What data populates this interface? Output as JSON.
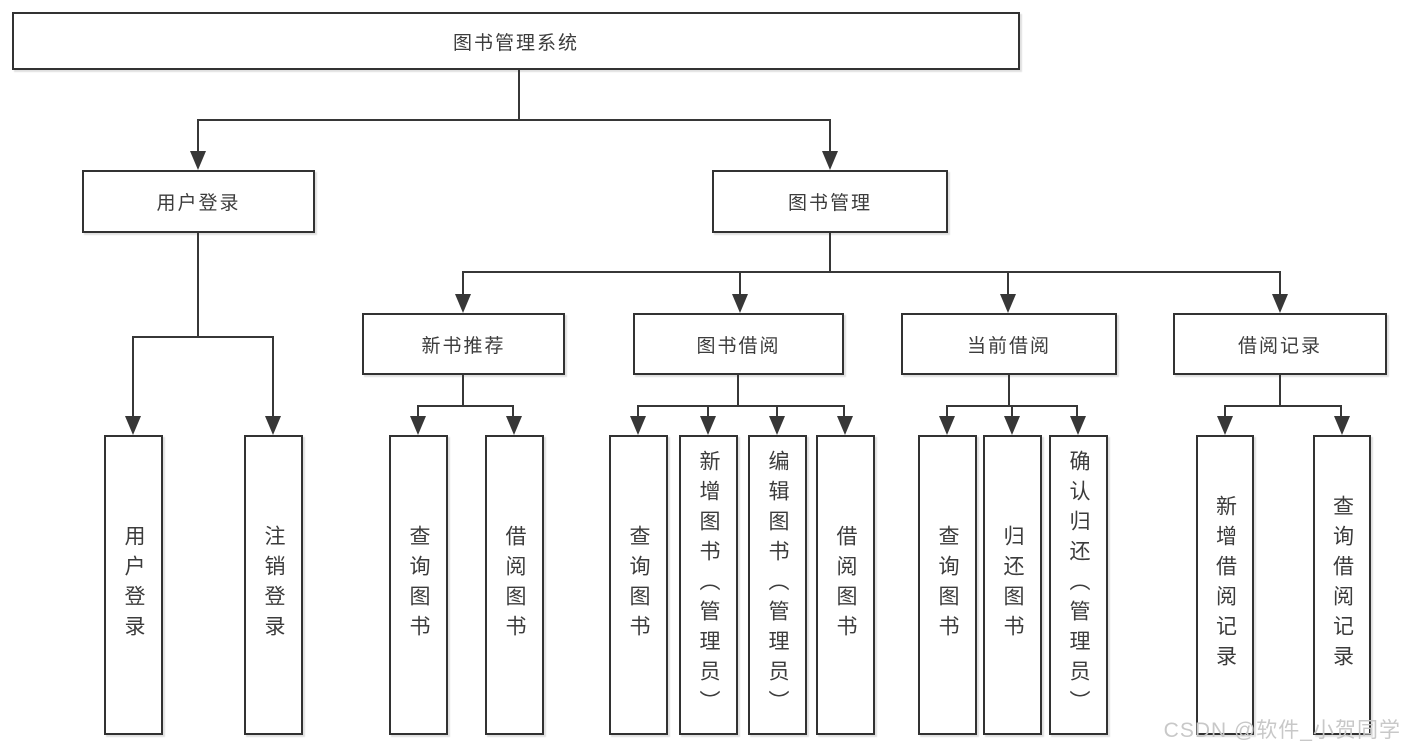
{
  "nodes": {
    "root": "图书管理系统",
    "userLogin": "用户登录",
    "bookMgmt": "图书管理",
    "newBookRec": "新书推荐",
    "bookBorrow": "图书借阅",
    "currentBorrow": "当前借阅",
    "borrowRecord": "借阅记录",
    "loginLeaf": "用户登录",
    "logoutLeaf": "注销登录",
    "queryBookRec": "查询图书",
    "borrowBookRec": "借阅图书",
    "queryBookBorrow": "查询图书",
    "addBookAdmin": "新增图书（管理员）",
    "editBookAdmin": "编辑图书（管理员）",
    "borrowBookLeaf": "借阅图书",
    "queryBookCurrent": "查询图书",
    "returnBook": "归还图书",
    "confirmReturnAdmin": "确认归还（管理员）",
    "addBorrowRecord": "新增借阅记录",
    "queryBorrowRecord": "查询借阅记录"
  },
  "watermark": "CSDN @软件_小贺同学",
  "colors": {
    "line": "#373737",
    "box_border": "#323232",
    "text": "#3c3c3c",
    "watermark": "#c8c8c8",
    "background": "#ffffff"
  }
}
